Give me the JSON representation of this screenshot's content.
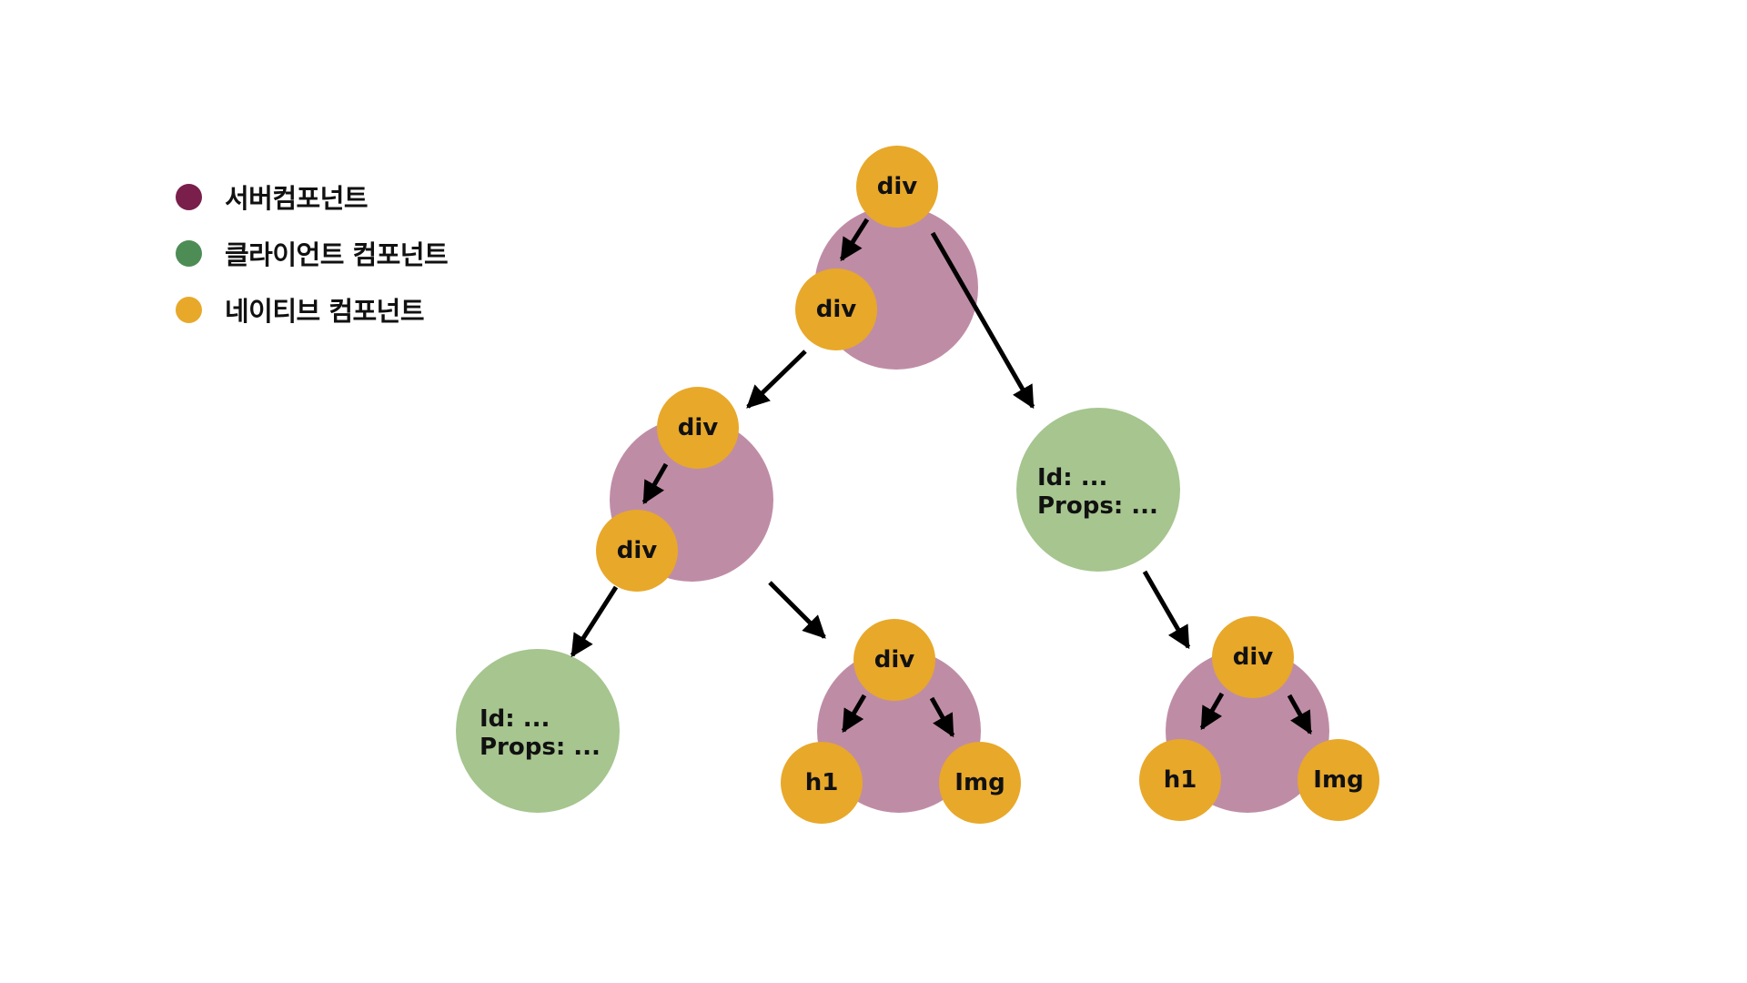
{
  "colors": {
    "server": "#7a1e4b",
    "client": "#4e8c56",
    "native": "#e8a82a",
    "server_blob": "#bf8ca6",
    "client_blob": "#a6c58f",
    "arrow": "#000000"
  },
  "legend": [
    {
      "label": "서버컴포넌트",
      "color": "#7a1e4b"
    },
    {
      "label": "클라이언트 컴포넌트",
      "color": "#4e8c56"
    },
    {
      "label": "네이티브 컴포넌트",
      "color": "#e8a82a"
    }
  ],
  "tree": {
    "server_root": {
      "native_nodes": [
        "div",
        "div"
      ]
    },
    "server_left": {
      "native_nodes": [
        "div",
        "div"
      ]
    },
    "client_right": {
      "lines": [
        "Id: ...",
        "Props: ..."
      ]
    },
    "client_left": {
      "lines": [
        "Id: ...",
        "Props: ..."
      ]
    },
    "server_bottom_mid": {
      "native_nodes": [
        "div",
        "h1",
        "Img"
      ]
    },
    "server_bottom_right": {
      "native_nodes": [
        "div",
        "h1",
        "Img"
      ]
    }
  }
}
